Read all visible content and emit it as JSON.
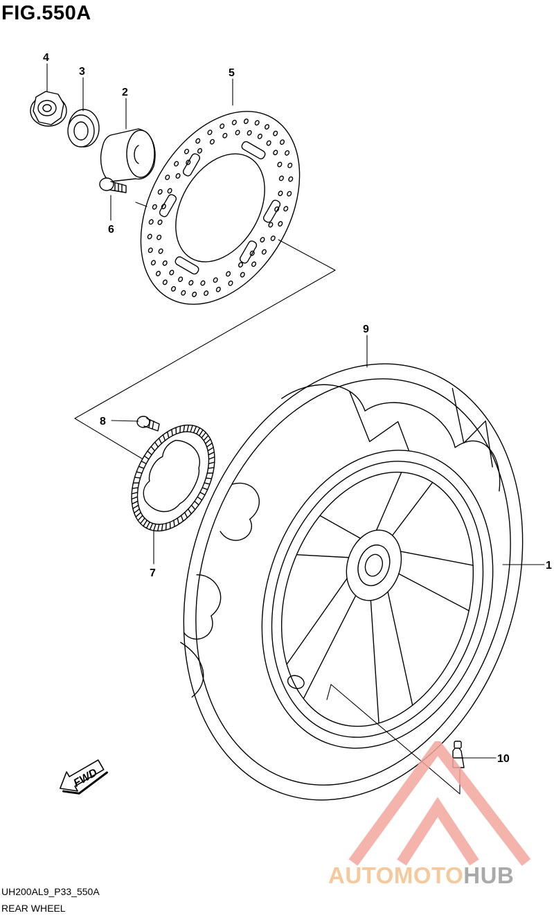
{
  "figure": {
    "title": "FIG.550A"
  },
  "callouts": [
    {
      "id": "1",
      "label": "1"
    },
    {
      "id": "2",
      "label": "2"
    },
    {
      "id": "3",
      "label": "3"
    },
    {
      "id": "4",
      "label": "4"
    },
    {
      "id": "5",
      "label": "5"
    },
    {
      "id": "6",
      "label": "6"
    },
    {
      "id": "7",
      "label": "7"
    },
    {
      "id": "8",
      "label": "8"
    },
    {
      "id": "9",
      "label": "9"
    },
    {
      "id": "10",
      "label": "10"
    }
  ],
  "direction_marker": {
    "label": "FWD",
    "icon": "fwd-arrow-icon"
  },
  "footer": {
    "code": "UH200AL9_P33_550A",
    "name": "REAR WHEEL"
  },
  "watermark": {
    "part_a": "AUTOMOTO",
    "part_b": "HUB",
    "colors": {
      "accent": "#f3a79e",
      "text_a": "#f5c99c",
      "text_b": "#a9a9a9"
    }
  }
}
